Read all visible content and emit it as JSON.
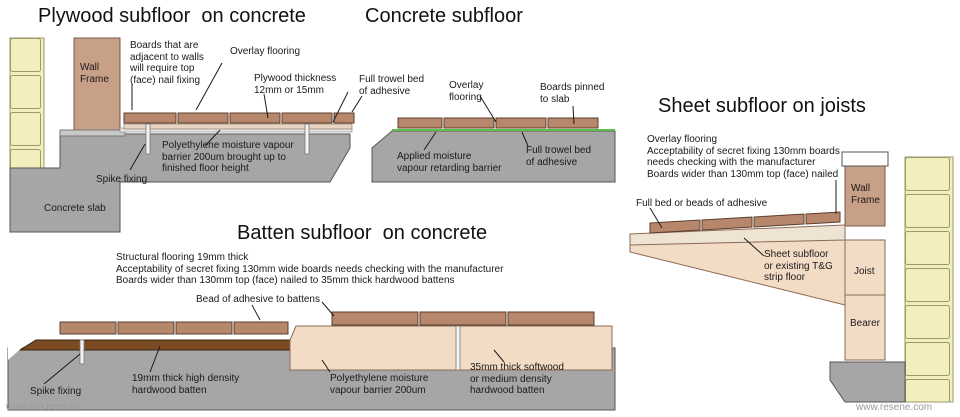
{
  "titles": {
    "plywood": "Plywood subfloor  on concrete",
    "concrete": "Concrete subfloor",
    "sheet": "Sheet subfloor on joists",
    "batten": "Batten subfloor  on concrete"
  },
  "plywood": {
    "boards_adjacent": "Boards that are\nadjacent to walls\nwill require top\n(face) nail fixing",
    "overlay": "Overlay flooring",
    "wall_frame": "Wall\nFrame",
    "plywood_thickness": "Plywood thickness\n12mm or 15mm",
    "full_trowel": "Full trowel bed\nof adhesive",
    "poly": "Polyethylene moisture vapour\nbarrier 200um brought up to\nfinished floor height",
    "spike": "Spike fixing",
    "slab": "Concrete slab"
  },
  "concrete": {
    "overlay": "Overlay\nflooring",
    "pinned": "Boards pinned\nto slab",
    "applied": "Applied moisture\nvapour retarding barrier",
    "trowel": "Full trowel bed\nof adhesive"
  },
  "sheet": {
    "note": "Overlay flooring\nAcceptability of secret fixing 130mm boards\nneeds checking with the manufacturer\nBoards wider than 130mm top (face) nailed",
    "full_bed": "Full bed or beads of adhesive",
    "wall_frame": "Wall\nFrame",
    "sheet_subfloor": "Sheet subfloor\nor existing T&G\nstrip floor",
    "joist": "Joist",
    "bearer": "Bearer"
  },
  "batten": {
    "note": "Structural flooring 19mm thick\nAcceptability of secret fixing 130mm wide boards needs checking with the manufacturer\nBoards wider than 130mm top (face) nailed to 35mm thick hardwood battens",
    "bead": "Bead of adhesive to battens",
    "spike": "Spike fixing",
    "hd_batten": "19mm thick high density\nhardwood batten",
    "poly": "Polyethylene moisture\nvapour barrier 200um",
    "soft_batten": "35mm thick softwood\nor medium density\nhardwood batten"
  },
  "watermarks": {
    "left": "www.afa.com.au",
    "right": "www.resene.com"
  },
  "colors": {
    "concrete": "#a6a6a6",
    "board": "#b7876c",
    "brick": "#f3efbd",
    "wall_frame": "#c89f87",
    "joist": "#f3dcc5",
    "batten_dark": "#7a4a22",
    "moisture_green": "#5bbf46"
  }
}
